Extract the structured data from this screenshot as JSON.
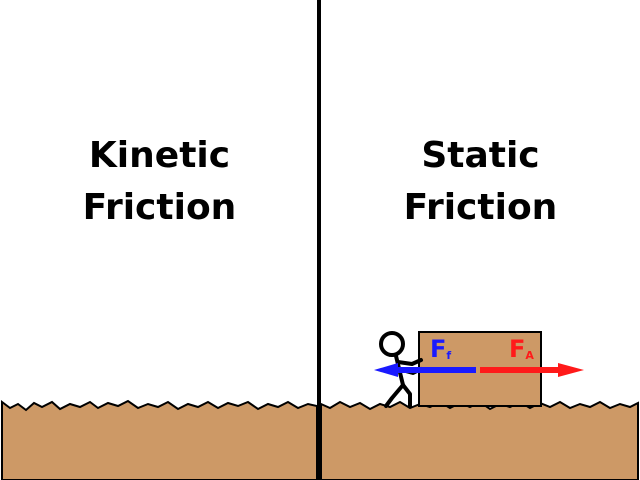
{
  "panels": {
    "left": {
      "title_line1": "Kinetic",
      "title_line2": "Friction"
    },
    "right": {
      "title_line1": "Static",
      "title_line2": "Friction"
    }
  },
  "forces": {
    "friction": {
      "symbol": "F",
      "subscript": "f",
      "color": "#1a1aff",
      "direction": "left"
    },
    "applied": {
      "symbol": "F",
      "subscript": "A",
      "color": "#ff1a1a",
      "direction": "right"
    }
  },
  "colors": {
    "ground": "#cd9966",
    "box": "#cd9966",
    "outline": "#000000",
    "background": "#ffffff"
  }
}
